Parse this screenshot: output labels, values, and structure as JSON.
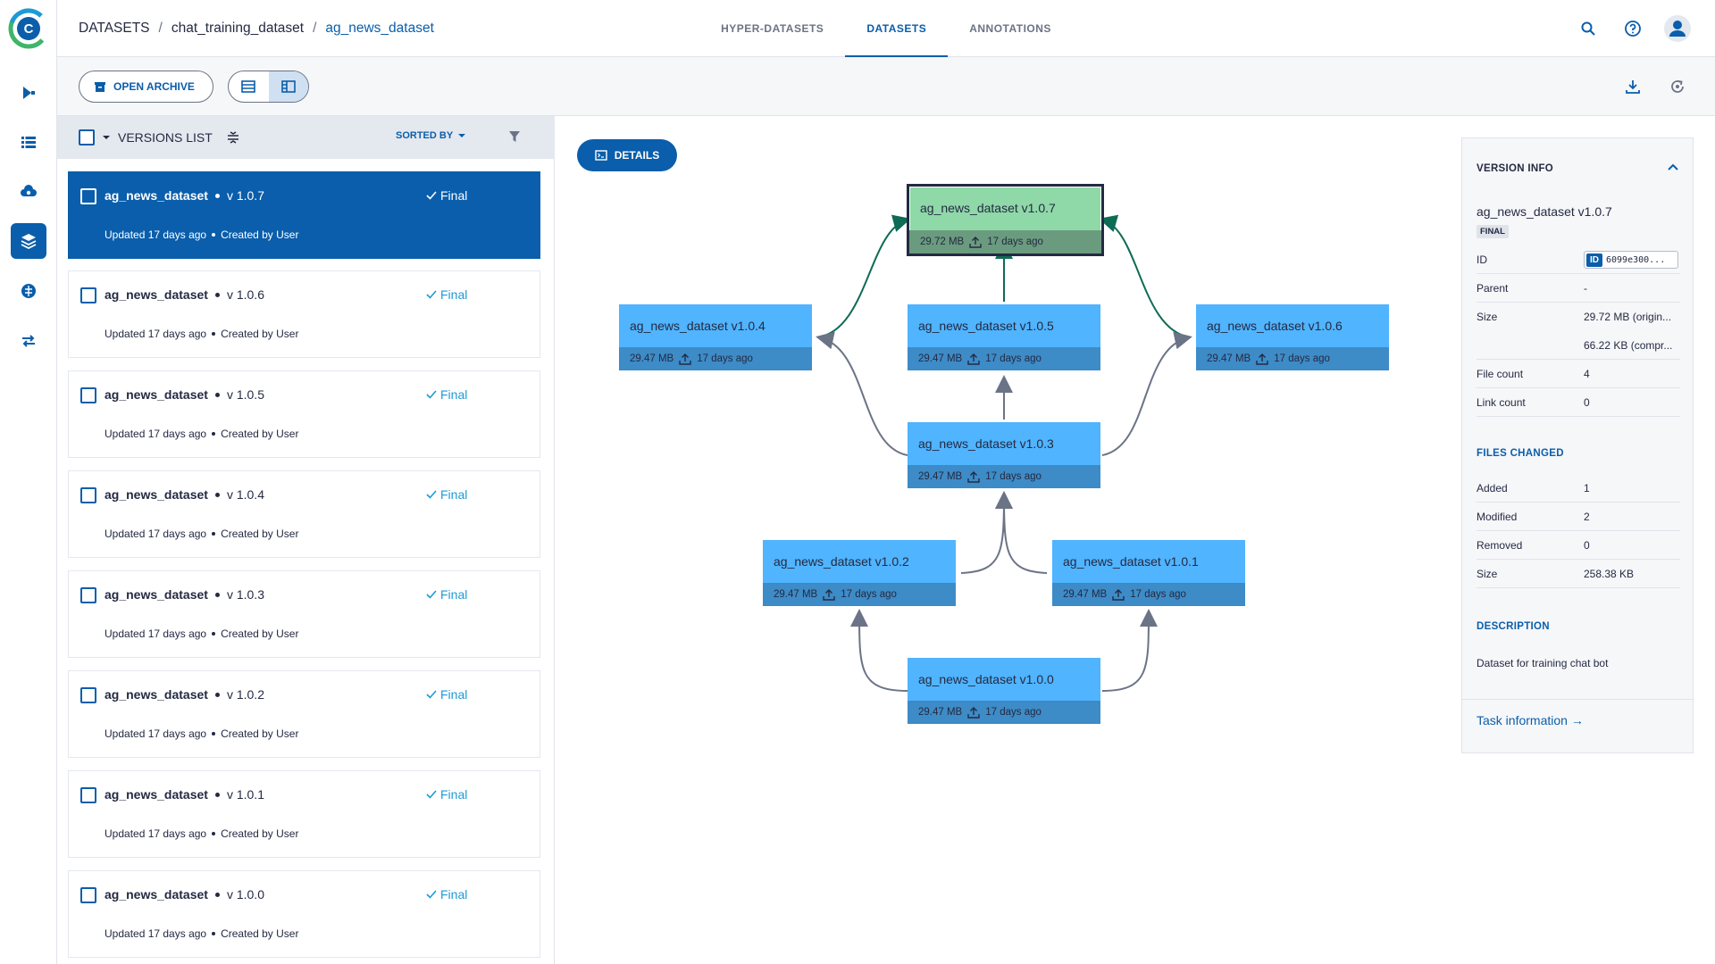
{
  "app": {
    "logo_letter": "C"
  },
  "nav": {
    "items": [
      {
        "name": "pipelines-icon"
      },
      {
        "name": "experiments-icon"
      },
      {
        "name": "models-icon"
      },
      {
        "name": "datasets-icon",
        "active": true
      },
      {
        "name": "brain-icon"
      },
      {
        "name": "workers-icon"
      }
    ]
  },
  "breadcrumb": {
    "root": "DATASETS",
    "project": "chat_training_dataset",
    "current": "ag_news_dataset"
  },
  "tabs": [
    "HYPER-DATASETS",
    "DATASETS",
    "ANNOTATIONS"
  ],
  "active_tab": "DATASETS",
  "toolbar": {
    "open_archive": "OPEN ARCHIVE"
  },
  "list": {
    "title": "VERSIONS LIST",
    "sorted_by": "SORTED BY",
    "items": [
      {
        "name": "ag_news_dataset",
        "version": "v 1.0.7",
        "status": "Final",
        "updated": "Updated 17 days ago",
        "created": "Created by User",
        "selected": true
      },
      {
        "name": "ag_news_dataset",
        "version": "v 1.0.6",
        "status": "Final",
        "updated": "Updated 17 days ago",
        "created": "Created by User"
      },
      {
        "name": "ag_news_dataset",
        "version": "v 1.0.5",
        "status": "Final",
        "updated": "Updated 17 days ago",
        "created": "Created by User"
      },
      {
        "name": "ag_news_dataset",
        "version": "v 1.0.4",
        "status": "Final",
        "updated": "Updated 17 days ago",
        "created": "Created by User"
      },
      {
        "name": "ag_news_dataset",
        "version": "v 1.0.3",
        "status": "Final",
        "updated": "Updated 17 days ago",
        "created": "Created by User"
      },
      {
        "name": "ag_news_dataset",
        "version": "v 1.0.2",
        "status": "Final",
        "updated": "Updated 17 days ago",
        "created": "Created by User"
      },
      {
        "name": "ag_news_dataset",
        "version": "v 1.0.1",
        "status": "Final",
        "updated": "Updated 17 days ago",
        "created": "Created by User"
      },
      {
        "name": "ag_news_dataset",
        "version": "v 1.0.0",
        "status": "Final",
        "updated": "Updated 17 days ago",
        "created": "Created by User"
      }
    ]
  },
  "graph": {
    "details_label": "DETAILS",
    "nodes": {
      "v107": {
        "title": "ag_news_dataset v1.0.7",
        "size": "29.72 MB",
        "age": "17 days ago"
      },
      "v104": {
        "title": "ag_news_dataset v1.0.4",
        "size": "29.47 MB",
        "age": "17 days ago"
      },
      "v105": {
        "title": "ag_news_dataset v1.0.5",
        "size": "29.47 MB",
        "age": "17 days ago"
      },
      "v106": {
        "title": "ag_news_dataset v1.0.6",
        "size": "29.47 MB",
        "age": "17 days ago"
      },
      "v103": {
        "title": "ag_news_dataset v1.0.3",
        "size": "29.47 MB",
        "age": "17 days ago"
      },
      "v102": {
        "title": "ag_news_dataset v1.0.2",
        "size": "29.47 MB",
        "age": "17 days ago"
      },
      "v101": {
        "title": "ag_news_dataset v1.0.1",
        "size": "29.47 MB",
        "age": "17 days ago"
      },
      "v100": {
        "title": "ag_news_dataset v1.0.0",
        "size": "29.47 MB",
        "age": "17 days ago"
      }
    }
  },
  "info": {
    "title": "VERSION INFO",
    "version_name": "ag_news_dataset v1.0.7",
    "badge": "FINAL",
    "rows": {
      "id_label": "ID",
      "id_chip": "ID",
      "id_value": "6099e300...",
      "parent_label": "Parent",
      "parent_value": "-",
      "size_label": "Size",
      "size_original": "29.72 MB (origin...",
      "size_compressed": "66.22 KB (compr...",
      "file_count_label": "File count",
      "file_count": "4",
      "link_count_label": "Link count",
      "link_count": "0"
    },
    "files_changed": {
      "title": "FILES CHANGED",
      "added_label": "Added",
      "added": "1",
      "modified_label": "Modified",
      "modified": "2",
      "removed_label": "Removed",
      "removed": "0",
      "size_label": "Size",
      "size": "258.38 KB"
    },
    "description": {
      "title": "DESCRIPTION",
      "text": "Dataset for training chat bot"
    },
    "task_link": "Task information →"
  },
  "colors": {
    "primary": "#0a5eab",
    "node": "#50b4ff",
    "node_final": "#8fd8a8",
    "edge_final": "#0e6b55",
    "edge": "#6b7386"
  }
}
